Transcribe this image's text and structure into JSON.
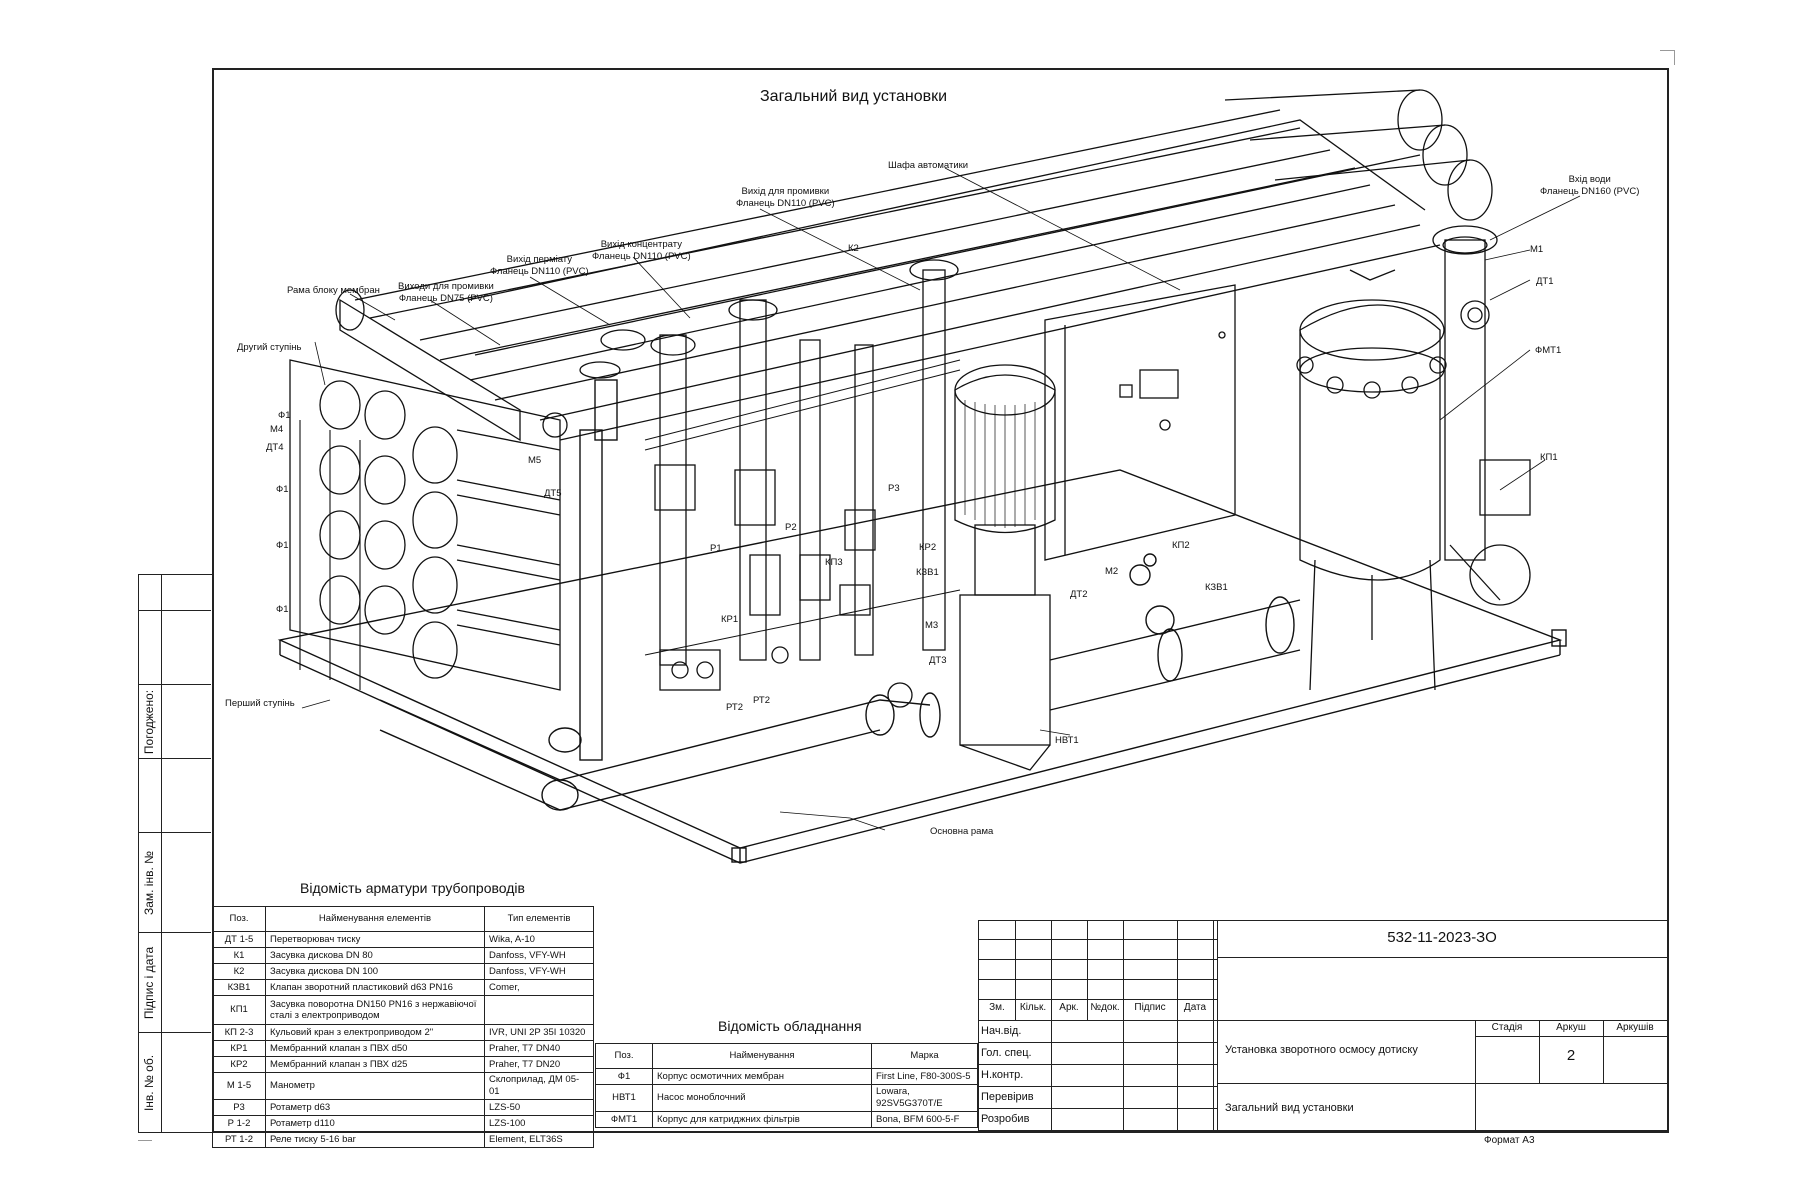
{
  "drawing_title": "Загальний вид установки",
  "side_stamp": [
    "Погоджено:",
    "Зам. інв. №",
    "Підпис і дата",
    "Інв. № об."
  ],
  "callouts": {
    "pershyi": "Перший ступінь",
    "druhyi": "Другий ступінь",
    "rama_membran": "Рама блоку мембран",
    "vyhody_promyvky": "Виходи для промивки",
    "flanets_dn75": "Фланець DN75 (PVC)",
    "vyhid_permiatu": "Вихід перміату",
    "flanets_dn110_a": "Фланець DN110 (PVC)",
    "vyhid_kontsentratu": "Вихід концентрату",
    "flanets_dn110_b": "Фланець DN110 (PVC)",
    "vyhid_promyvky": "Вихід для промивки",
    "flanets_dn110_c": "Фланець DN110 (PVC)",
    "shafa": "Шафа автоматики",
    "vhid_vody": "Вхід води",
    "flanets_dn160": "Фланець DN160 (PVC)",
    "osnovna_rama": "Основна рама",
    "F1a": "Ф1",
    "M4": "М4",
    "DT4": "ДТ4",
    "F1b": "Ф1",
    "F1c": "Ф1",
    "F1d": "Ф1",
    "M5": "М5",
    "DT5": "ДТ5",
    "K2": "К2",
    "P1": "Р1",
    "P2": "Р2",
    "P3": "Р3",
    "KP3": "КП3",
    "KR2": "КР2",
    "KZV1a": "КЗВ1",
    "KR1": "КР1",
    "M3": "М3",
    "DT3": "ДТ3",
    "RT2a": "РТ2",
    "RT2b": "РТ2",
    "NVT1": "НВТ1",
    "DT2": "ДТ2",
    "M2": "М2",
    "KP2": "КП2",
    "KZV1b": "КЗВ1",
    "M1": "М1",
    "DT1": "ДТ1",
    "FMT1": "ФМТ1",
    "KP1": "КП1"
  },
  "armatura": {
    "title": "Відомість арматури трубопроводів",
    "headers": [
      "Поз.",
      "Найменування елементів",
      "Тип елементів"
    ],
    "rows": [
      [
        "ДТ 1-5",
        "Перетворювач тиску",
        "Wika, A-10"
      ],
      [
        "К1",
        "Засувка дискова DN 80",
        "Danfoss, VFY-WH"
      ],
      [
        "К2",
        "Засувка дискова DN 100",
        "Danfoss, VFY-WH"
      ],
      [
        "КЗВ1",
        "Клапан зворотний пластиковий d63 PN16",
        "Comer,"
      ],
      [
        "КП1",
        "Засувка поворотна DN150 PN16 з нержавіючої сталі з електроприводом",
        ""
      ],
      [
        "КП 2-3",
        "Кульовий кран з електроприводом 2\"",
        "IVR, UNI 2P 35I 10320"
      ],
      [
        "КР1",
        "Мембранний клапан з ПВХ d50",
        "Praher, T7 DN40"
      ],
      [
        "КР2",
        "Мембранний клапан з ПВХ d25",
        "Praher, T7 DN20"
      ],
      [
        "М 1-5",
        "Манометр",
        "Склоприлад, ДМ 05-01"
      ],
      [
        "Р3",
        "Ротаметр d63",
        "LZS-50"
      ],
      [
        "Р 1-2",
        "Ротаметр d110",
        "LZS-100"
      ],
      [
        "РТ 1-2",
        "Реле тиску 5-16 bar",
        "Element, ELT36S"
      ]
    ]
  },
  "obladnannia": {
    "title": "Відомість обладнання",
    "headers": [
      "Поз.",
      "Найменування",
      "Марка"
    ],
    "rows": [
      [
        "Ф1",
        "Корпус осмотичних мембран",
        "First Line, F80-300S-5"
      ],
      [
        "НВТ1",
        "Насос моноблочний",
        "Lowara, 92SV5G370T/E"
      ],
      [
        "ФМТ1",
        "Корпус для катриджних фільтрів",
        "Bona, BFM 600-5-F"
      ]
    ]
  },
  "title_block": {
    "code": "532-11-2023-ЗО",
    "col_headers": [
      "Зм.",
      "Кільк.",
      "Арк.",
      "№док.",
      "Підпис",
      "Дата"
    ],
    "roles": [
      "Нач.від.",
      "Гол. спец.",
      "Н.контр.",
      "Перевірив",
      "Розробив"
    ],
    "project": "Установка зворотного осмосу дотиску",
    "sheet_name": "Загальний вид установки",
    "stadia_label": "Стадія",
    "arkush_label": "Аркуш",
    "arkushiv_label": "Аркушів",
    "arkush_value": "2",
    "format": "Формат А3"
  }
}
